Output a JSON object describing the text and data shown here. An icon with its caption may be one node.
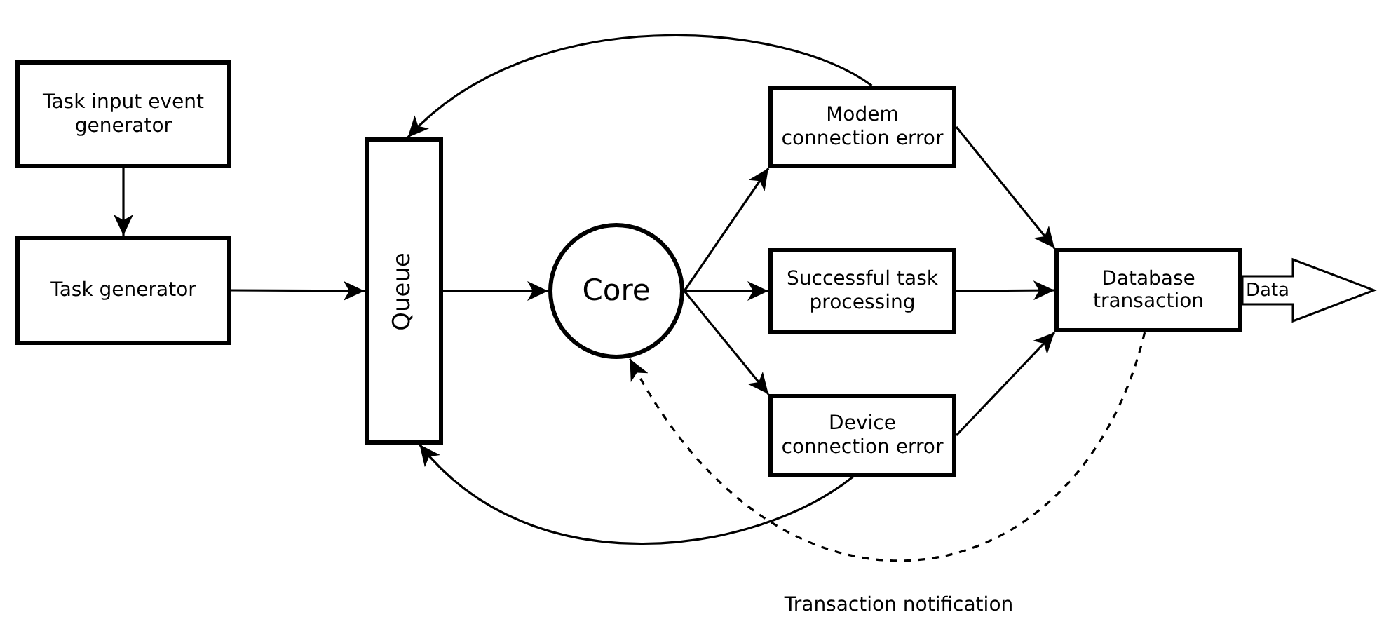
{
  "diagram": {
    "nodes": [
      {
        "text": [
          "Task input event generator"
        ]
      },
      {
        "text": [
          "Task generator"
        ]
      },
      {
        "text": [
          "Queue"
        ]
      },
      {
        "text": [
          "Core"
        ]
      },
      {
        "text": [
          "Modem connection error"
        ]
      },
      {
        "text": [
          "Successful task processing"
        ]
      },
      {
        "text": [
          "Device connection error"
        ]
      },
      {
        "text": [
          "Database transaction"
        ]
      }
    ],
    "edges": [
      {
        "from": 0,
        "to": 1,
        "arrow": "to"
      },
      {
        "from": 1,
        "to": 2,
        "arrow": "to"
      },
      {
        "from": 2,
        "to": 3,
        "arrow": "to"
      },
      {
        "from": 3,
        "to": 4,
        "arrow": "to"
      },
      {
        "from": 3,
        "to": 5,
        "arrow": "to"
      },
      {
        "from": 3,
        "to": 6,
        "arrow": "to"
      },
      {
        "from": 4,
        "to": 7,
        "arrow": "to"
      },
      {
        "from": 5,
        "to": 7,
        "arrow": "to"
      },
      {
        "from": 6,
        "to": 7,
        "arrow": "to"
      },
      {
        "from": 4,
        "to": 2,
        "arrow": "to"
      },
      {
        "from": 6,
        "to": 2,
        "arrow": "to"
      },
      {
        "from": 7,
        "to": 3,
        "arrow": "to",
        "style": "dashed",
        "label": "Transaction notification"
      },
      {
        "from": 7,
        "to": null,
        "arrow": "to",
        "style": "thick",
        "label": "Data"
      }
    ]
  }
}
